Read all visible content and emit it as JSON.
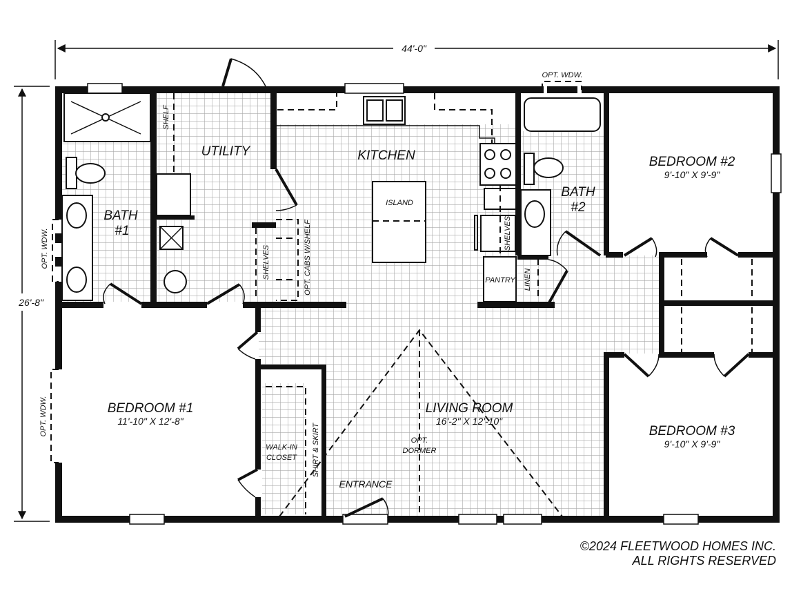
{
  "dimensions": {
    "width": "44'-0\"",
    "depth": "26'-8\""
  },
  "rooms": {
    "bath1": {
      "name": "BATH",
      "num": "#1"
    },
    "utility": {
      "name": "UTILITY"
    },
    "kitchen": {
      "name": "KITCHEN"
    },
    "island": {
      "name": "ISLAND"
    },
    "bath2": {
      "name": "BATH",
      "num": "#2"
    },
    "bedroom2": {
      "name": "BEDROOM #2",
      "size": "9'-10\" X 9'-9\""
    },
    "bedroom1": {
      "name": "BEDROOM #1",
      "size": "11'-10\" X 12'-8\""
    },
    "living": {
      "name": "LIVING ROOM",
      "size": "16'-2\" X 12'-10\""
    },
    "bedroom3": {
      "name": "BEDROOM #3",
      "size": "9'-10\" X 9'-9\""
    },
    "closet": {
      "name1": "WALK-IN",
      "name2": "CLOSET"
    }
  },
  "notes": {
    "shelf": "SHELF",
    "shelves_utility": "SHELVES",
    "opt_cabs": "OPT. CABS W/SHELF",
    "shelves_kitchen": "SHELVES",
    "pantry": "PANTRY",
    "linen": "LINEN",
    "opt_wdw_top": "OPT. WDW.",
    "opt_wdw_bath": "OPT. WDW.",
    "opt_wdw_bed": "OPT. WDW.",
    "shirt_skirt": "SHIRT & SKIRT",
    "opt_dormer1": "OPT.",
    "opt_dormer2": "DORMER",
    "entrance": "ENTRANCE"
  },
  "copyright": {
    "line1": "©2024 FLEETWOOD HOMES INC.",
    "line2": "ALL RIGHTS RESERVED"
  }
}
